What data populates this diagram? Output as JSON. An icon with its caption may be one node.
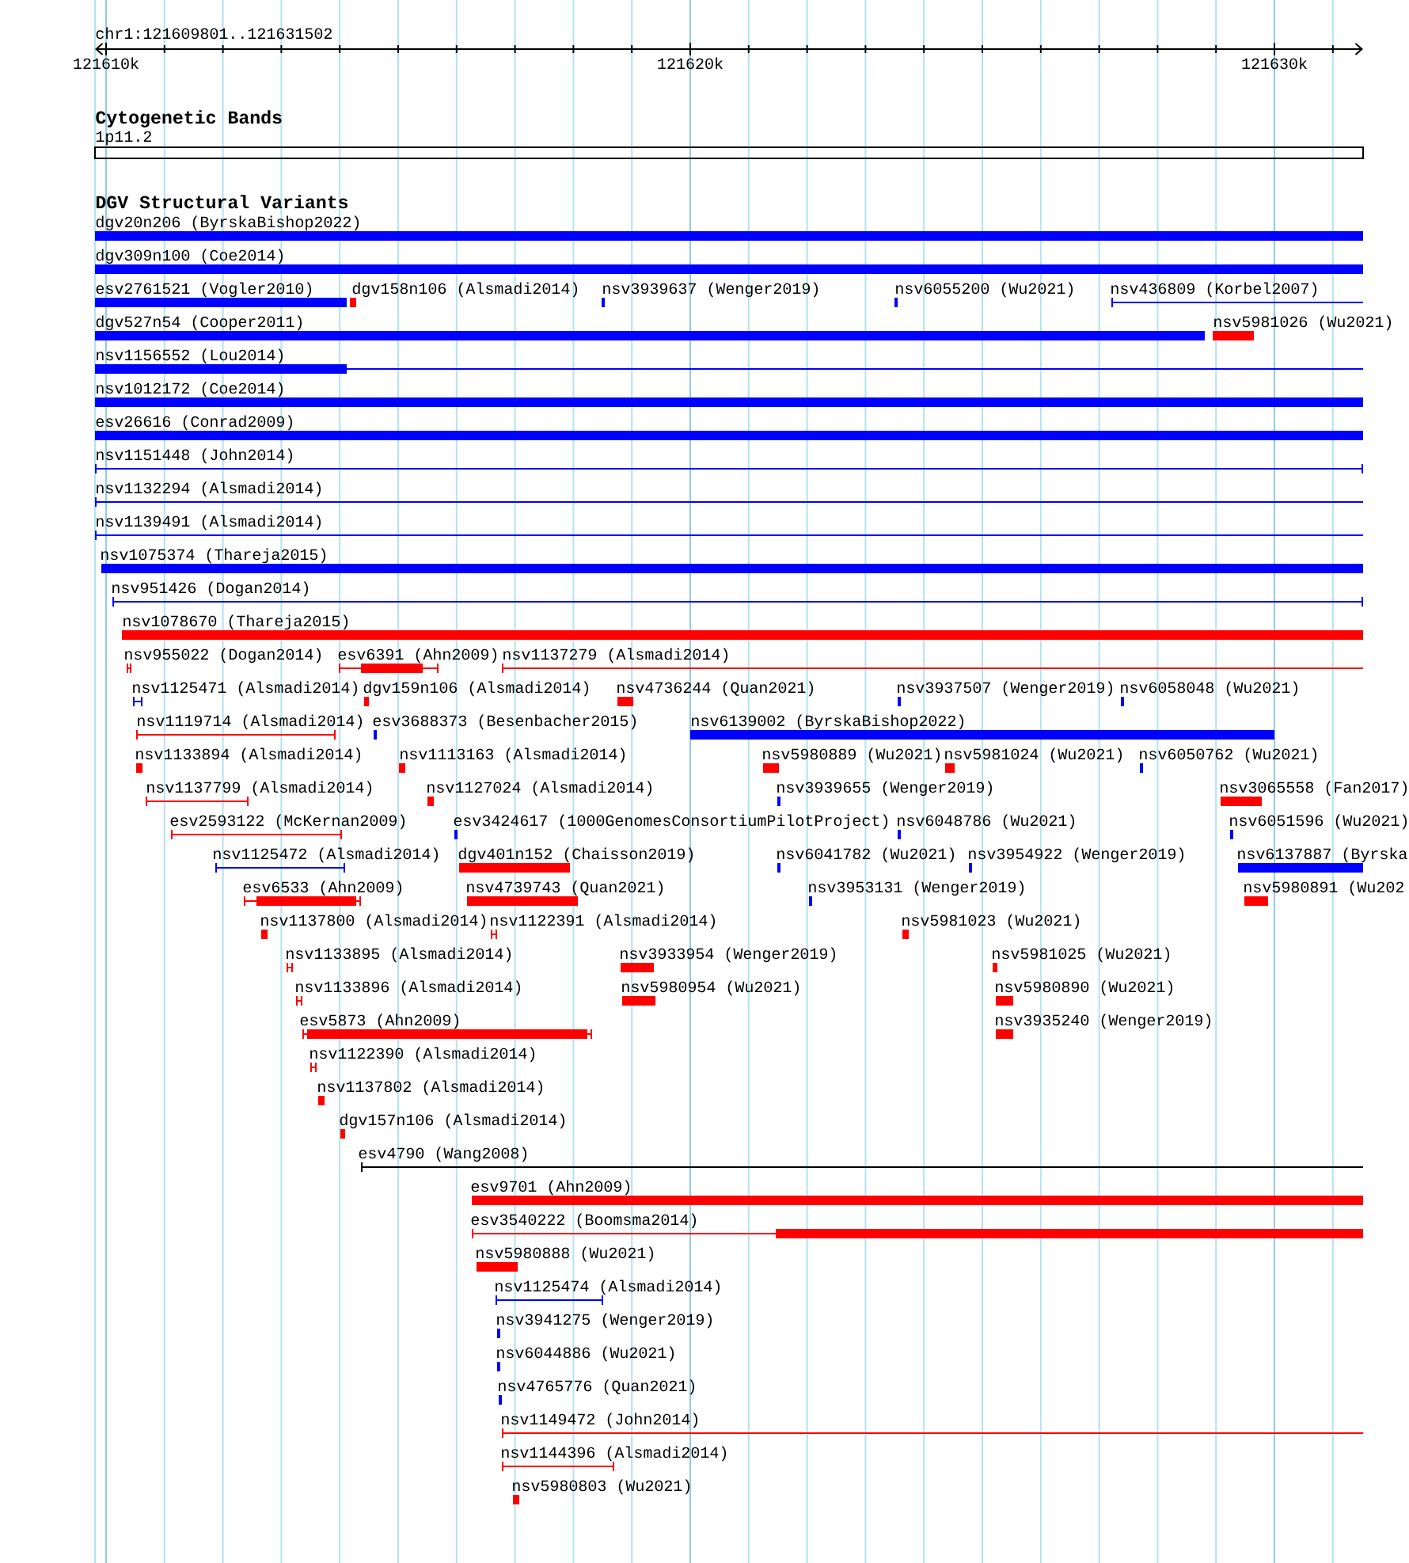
{
  "diagram": {
    "nodes": [
      {
        "text": [
          "1p11.2"
        ]
      },
      {
        "text": [
          "dgv20n206 (ByrskaBishop2022)"
        ]
      },
      {
        "text": [
          "dgv309n100 (Coe2014)"
        ]
      },
      {
        "text": [
          "esv2761521 (Vogler2010)"
        ]
      },
      {
        "text": [
          "dgv158n106 (Alsmadi2014)"
        ]
      },
      {
        "text": [
          "nsv3939637 (Wenger2019)"
        ]
      },
      {
        "text": [
          "nsv6055200 (Wu2021)"
        ]
      },
      {
        "text": [
          "nsv436809 (Korbel2007)"
        ]
      },
      {
        "text": [
          "dgv527n54 (Cooper2011)"
        ]
      },
      {
        "text": [
          "nsv5981026 (Wu2021)"
        ]
      },
      {
        "text": [
          "nsv1156552 (Lou2014)"
        ]
      },
      {
        "text": [
          "nsv1012172 (Coe2014)"
        ]
      },
      {
        "text": [
          "esv26616 (Conrad2009)"
        ]
      },
      {
        "text": [
          "nsv1151448 (John2014)"
        ]
      },
      {
        "text": [
          "nsv1132294 (Alsmadi2014)"
        ]
      },
      {
        "text": [
          "nsv1139491 (Alsmadi2014)"
        ]
      },
      {
        "text": [
          "nsv1075374 (Thareja2015)"
        ]
      },
      {
        "text": [
          "nsv951426 (Dogan2014)"
        ]
      },
      {
        "text": [
          "nsv1078670 (Thareja2015)"
        ]
      },
      {
        "text": [
          "nsv955022 (Dogan2014)"
        ]
      },
      {
        "text": [
          "esv6391 (Ahn2009)"
        ]
      },
      {
        "text": [
          "nsv1137279 (Alsmadi2014)"
        ]
      },
      {
        "text": [
          "nsv1125471 (Alsmadi2014)"
        ]
      },
      {
        "text": [
          "dgv159n106 (Alsmadi2014)"
        ]
      },
      {
        "text": [
          "nsv4736244 (Quan2021)"
        ]
      },
      {
        "text": [
          "nsv3937507 (Wenger2019)"
        ]
      },
      {
        "text": [
          "nsv6058048 (Wu2021)"
        ]
      },
      {
        "text": [
          "nsv1119714 (Alsmadi2014)"
        ]
      },
      {
        "text": [
          "esv3688373 (Besenbacher2015)"
        ]
      },
      {
        "text": [
          "nsv6139002 (ByrskaBishop2022)"
        ]
      },
      {
        "text": [
          "nsv1133894 (Alsmadi2014)"
        ]
      },
      {
        "text": [
          "nsv1113163 (Alsmadi2014)"
        ]
      },
      {
        "text": [
          "nsv5980889 (Wu2021)"
        ]
      },
      {
        "text": [
          "nsv5981024 (Wu2021)"
        ]
      },
      {
        "text": [
          "nsv6050762 (Wu2021)"
        ]
      },
      {
        "text": [
          "nsv1137799 (Alsmadi2014)"
        ]
      },
      {
        "text": [
          "nsv1127024 (Alsmadi2014)"
        ]
      },
      {
        "text": [
          "nsv3939655 (Wenger2019)"
        ]
      },
      {
        "text": [
          "nsv3065558 (Fan2017)"
        ]
      },
      {
        "text": [
          "esv2593122 (McKernan2009)"
        ]
      },
      {
        "text": [
          "esv3424617 (1000GenomesConsortiumPilotProject)"
        ]
      },
      {
        "text": [
          "nsv6048786 (Wu2021)"
        ]
      },
      {
        "text": [
          "nsv6051596 (Wu2021)"
        ]
      },
      {
        "text": [
          "nsv1125472 (Alsmadi2014)"
        ]
      },
      {
        "text": [
          "dgv401n152 (Chaisson2019)"
        ]
      },
      {
        "text": [
          "nsv6041782 (Wu2021)"
        ]
      },
      {
        "text": [
          "nsv3954922 (Wenger2019)"
        ]
      },
      {
        "text": [
          "nsv6137887 (Byrska"
        ]
      },
      {
        "text": [
          "esv6533 (Ahn2009)"
        ]
      },
      {
        "text": [
          "nsv4739743 (Quan2021)"
        ]
      },
      {
        "text": [
          "nsv3953131 (Wenger2019)"
        ]
      },
      {
        "text": [
          "nsv5980891 (Wu202"
        ]
      },
      {
        "text": [
          "nsv1137800 (Alsmadi2014)"
        ]
      },
      {
        "text": [
          "nsv1122391 (Alsmadi2014)"
        ]
      },
      {
        "text": [
          "nsv5981023 (Wu2021)"
        ]
      },
      {
        "text": [
          "nsv1133895 (Alsmadi2014)"
        ]
      },
      {
        "text": [
          "nsv3933954 (Wenger2019)"
        ]
      },
      {
        "text": [
          "nsv5981025 (Wu2021)"
        ]
      },
      {
        "text": [
          "nsv1133896 (Alsmadi2014)"
        ]
      },
      {
        "text": [
          "nsv5980954 (Wu2021)"
        ]
      },
      {
        "text": [
          "nsv5980890 (Wu2021)"
        ]
      },
      {
        "text": [
          "esv5873 (Ahn2009)"
        ]
      },
      {
        "text": [
          "nsv3935240 (Wenger2019)"
        ]
      },
      {
        "text": [
          "nsv1122390 (Alsmadi2014)"
        ]
      },
      {
        "text": [
          "nsv1137802 (Alsmadi2014)"
        ]
      },
      {
        "text": [
          "dgv157n106 (Alsmadi2014)"
        ]
      },
      {
        "text": [
          "esv4790 (Wang2008)"
        ]
      },
      {
        "text": [
          "esv9701 (Ahn2009)"
        ]
      },
      {
        "text": [
          "esv3540222 (Boomsma2014)"
        ]
      },
      {
        "text": [
          "nsv5980888 (Wu2021)"
        ]
      },
      {
        "text": [
          "nsv1125474 (Alsmadi2014)"
        ]
      },
      {
        "text": [
          "nsv3941275 (Wenger2019)"
        ]
      },
      {
        "text": [
          "nsv6044886 (Wu2021)"
        ]
      },
      {
        "text": [
          "nsv4765776 (Quan2021)"
        ]
      },
      {
        "text": [
          "nsv1149472 (John2014)"
        ]
      },
      {
        "text": [
          "nsv1144396 (Alsmadi2014)"
        ]
      },
      {
        "text": [
          "nsv5980803 (Wu2021)"
        ]
      }
    ],
    "labels": [
      "chr1:121609801..121631502",
      "121610k",
      "121620k",
      "121630k",
      "Cytogenetic Bands",
      "DGV Structural Variants"
    ]
  }
}
